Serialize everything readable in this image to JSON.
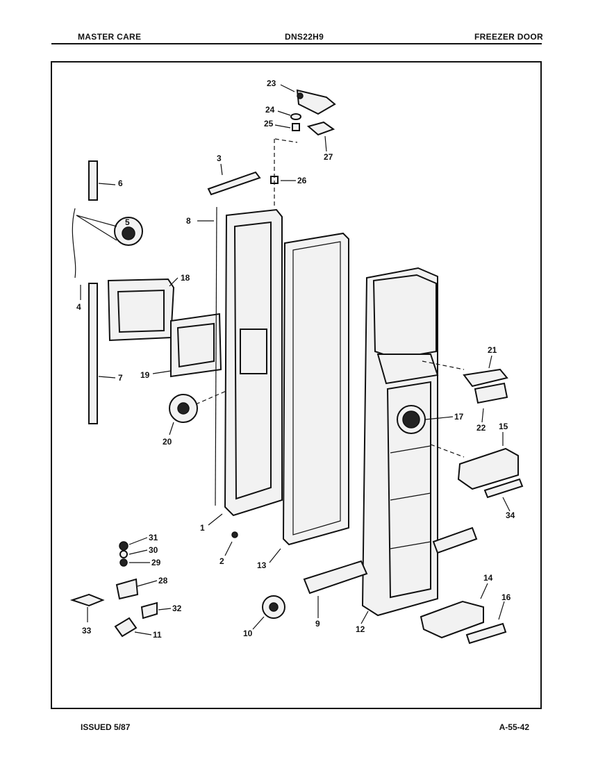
{
  "header": {
    "brand": "MASTER CARE",
    "model": "DNS22H9",
    "section": "FREEZER DOOR"
  },
  "footer": {
    "issued": "ISSUED 5/87",
    "page_code": "A-55-42"
  },
  "callouts": {
    "n1": "1",
    "n2": "2",
    "n3": "3",
    "n4": "4",
    "n5": "5",
    "n6": "6",
    "n7": "7",
    "n8": "8",
    "n9": "9",
    "n10": "10",
    "n11": "11",
    "n12": "12",
    "n13": "13",
    "n14": "14",
    "n15": "15",
    "n16": "16",
    "n17": "17",
    "n18": "18",
    "n19": "19",
    "n20": "20",
    "n21": "21",
    "n22": "22",
    "n23": "23",
    "n24": "24",
    "n25": "25",
    "n26": "26",
    "n27": "27",
    "n28": "28",
    "n29": "29",
    "n30": "30",
    "n31": "31",
    "n32": "32",
    "n33": "33",
    "n34": "34"
  }
}
